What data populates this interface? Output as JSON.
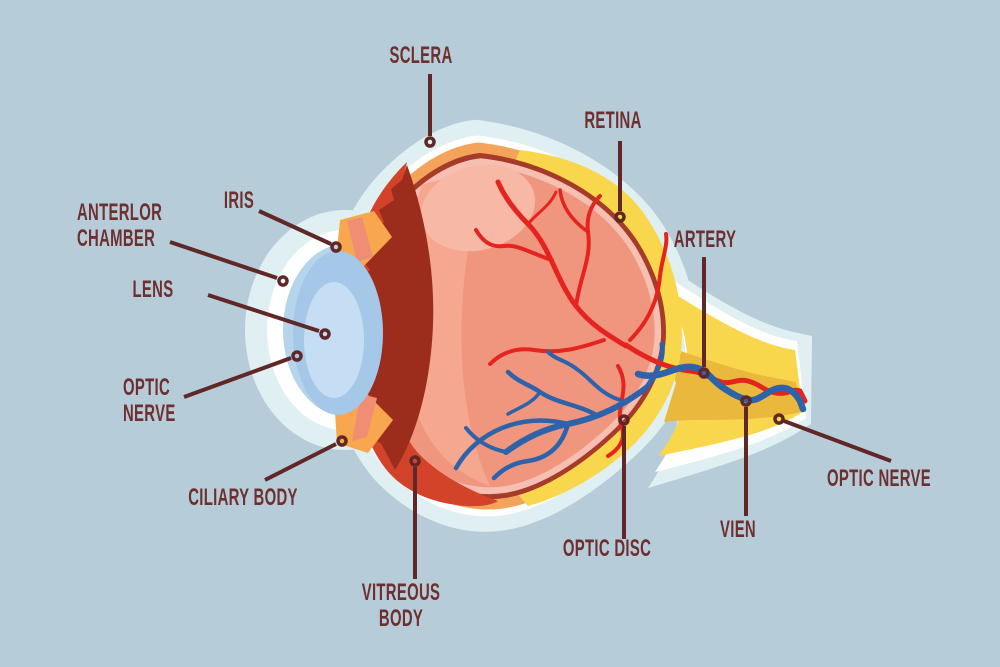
{
  "figure": {
    "type": "anatomical-diagram",
    "subject": "Human eye cross-section with labeled parts"
  },
  "labels": {
    "sclera": {
      "text": "SCLERA"
    },
    "retina": {
      "text": "RETINA"
    },
    "iris": {
      "text": "IRIS"
    },
    "anterior_chamber": {
      "text": "ANTERLOR\nCHAMBER"
    },
    "lens": {
      "text": "LENS"
    },
    "optic_nerve_left": {
      "text": "OPTIC\nNERVE"
    },
    "ciliary_body": {
      "text": "CILIARY BODY"
    },
    "vitreous_body": {
      "text": "VITREOUS BODY"
    },
    "optic_disc": {
      "text": "OPTIC DISC"
    },
    "artery": {
      "text": "ARTERY"
    },
    "vein": {
      "text": "VIEN"
    },
    "optic_nerve_right": {
      "text": "OPTIC NERVE"
    }
  },
  "colors": {
    "background": "#b6cdd9",
    "label_text": "#6e2f2f",
    "leader_line": "#5f2827",
    "sheath": "#e0eff1",
    "white_layer": "#ffffff",
    "orange_band": "#f4a35b",
    "yellow_fat": "#f8d74d",
    "gold_nerve_core": "#e9b83c",
    "eye_ring": "#a63b2a",
    "retina_pink": "#f6bfb2",
    "vitreous_salmon": "#f1967e",
    "vitreous_light": "#f5a78f",
    "vitreous_highlight": "#f7b8a5",
    "ciliary_bright_red": "#d2432a",
    "ciliary_dark_red": "#9c2d1c",
    "cornea_blue": "#b6d5ec",
    "lens_outer": "#a5c8e8",
    "lens_inner": "#c5def3",
    "iris_orange": "#f8a74f",
    "iris_salmon": "#ef8e74",
    "artery_red": "#e5241f",
    "vein_blue": "#2d63ab"
  }
}
